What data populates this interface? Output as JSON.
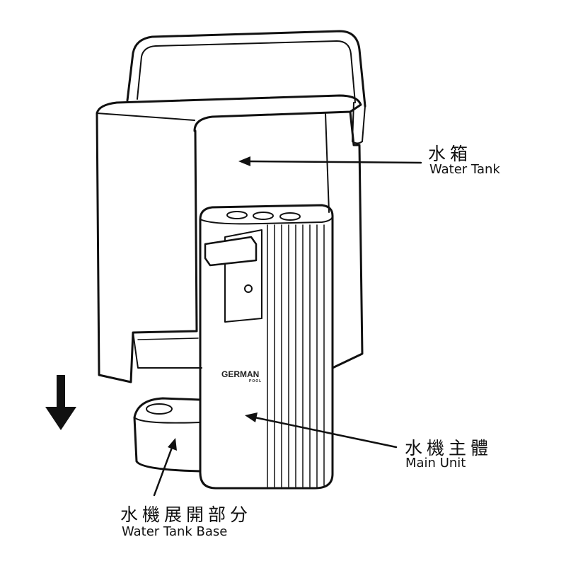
{
  "labels": {
    "water_tank": {
      "zh": "水箱",
      "en": "Water Tank"
    },
    "main_unit": {
      "zh": "水機主體",
      "en": "Main Unit"
    },
    "tank_base": {
      "zh": "水機展開部分",
      "en": "Water Tank Base"
    }
  },
  "logo": {
    "brand": "GERMAN",
    "sub": "POOL"
  }
}
